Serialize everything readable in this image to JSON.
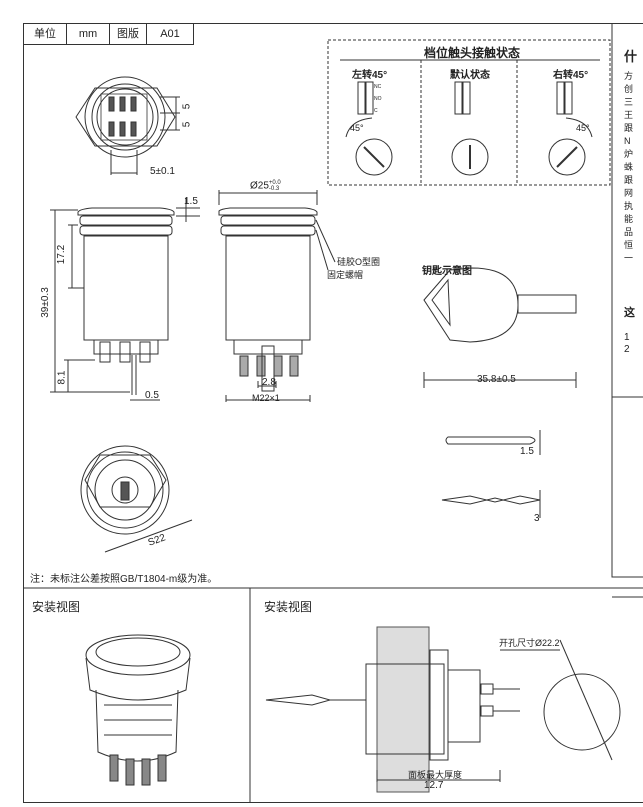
{
  "header": {
    "unit_label": "单位",
    "unit_value": "mm",
    "version_label": "图版",
    "version_value": "A01"
  },
  "top_dims": {
    "hex_width": "5",
    "across_flat": "5",
    "pin_spacing": "5±0.1"
  },
  "side_view": {
    "flange": "1.5",
    "body_h": "17.2",
    "total_h": "39±0.3",
    "pin_len": "8.1",
    "pin_w": "0.5"
  },
  "front_view": {
    "dia": "Ø25",
    "dia_tol_top": "+0.0",
    "dia_tol_bot": "-0.3",
    "o_ring": "硅胶O型圈",
    "nut": "固定螺帽",
    "pin_pitch": "2.8",
    "thread": "M22×1"
  },
  "state_panel": {
    "title": "档位触头接触状态",
    "left": "左转45°",
    "default": "默认状态",
    "right": "右转45°",
    "angle_left": "45°",
    "angle_right": "45°",
    "nc": "NC",
    "no": "NO",
    "c": "C"
  },
  "key": {
    "title": "钥匙示意图",
    "length": "35.8±0.5",
    "thick1": "1.5",
    "thick2": "3"
  },
  "bottom_view": {
    "dia": "S22"
  },
  "note": "注：未标注公差按照GB/T1804-m级为准。",
  "install": {
    "title1": "安装视图",
    "title2": "安装视图",
    "hole": "开孔尺寸Ø22.2",
    "panel_label": "面板最大厚度",
    "panel_val": "12.7"
  },
  "right_strip": {
    "head1": "什",
    "head2": "这",
    "chars": [
      "方",
      "创",
      "三",
      "王",
      "跟",
      "N",
      "炉",
      "蛛",
      "跟",
      "网",
      "执",
      "能",
      "品",
      "恒",
      "一"
    ],
    "line1": "1",
    "line2": "2"
  }
}
